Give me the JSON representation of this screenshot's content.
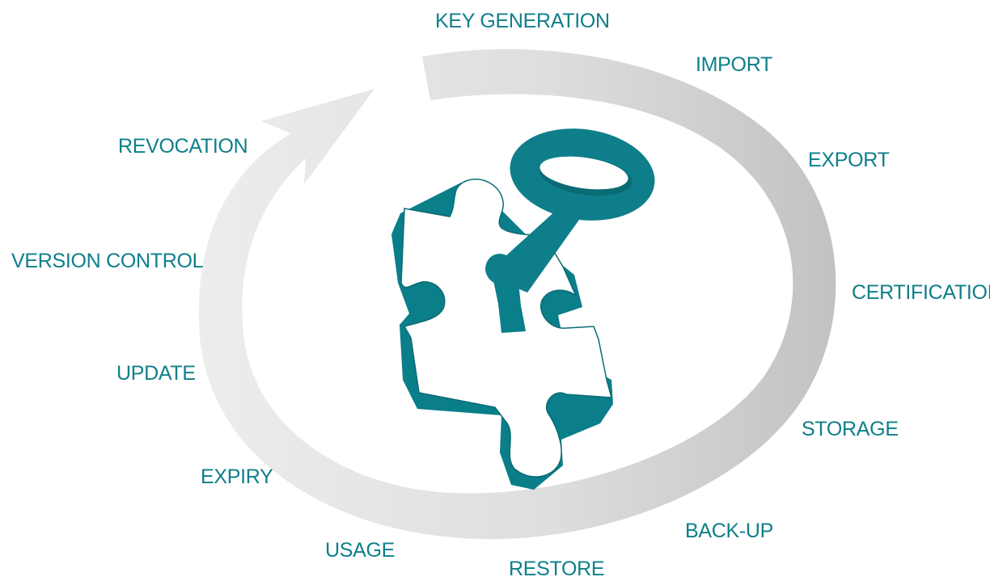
{
  "diagram": {
    "title": "",
    "colors": {
      "accent": "#0e7f8a",
      "accent_dark": "#0a6b74",
      "ring_light": "#e8e8e8",
      "ring_dark": "#c4c4c4"
    },
    "center_icon": "key-in-puzzle-piece-icon",
    "cycle_arrow_icon": "cycle-arrow-icon",
    "stages": [
      "KEY GENERATION",
      "IMPORT",
      "EXPORT",
      "CERTIFICATION",
      "STORAGE",
      "BACK-UP",
      "RESTORE",
      "USAGE",
      "EXPIRY",
      "UPDATE",
      "VERSION CONTROL",
      "REVOCATION"
    ]
  }
}
